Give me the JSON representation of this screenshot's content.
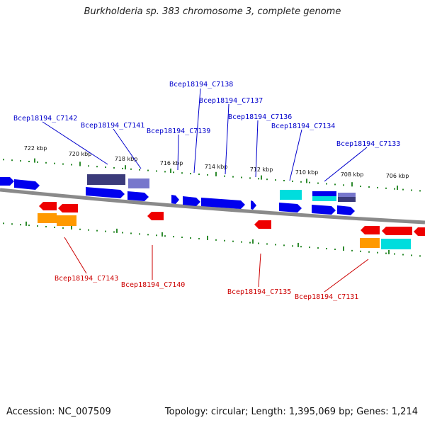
{
  "title": "Burkholderia sp. 383 chromosome 3, complete genome",
  "footer": {
    "accession": "Accession: NC_007509",
    "summary": "Topology: circular; Length: 1,395,069 bp; Genes: 1,214"
  },
  "colors": {
    "backbone": "#8a8a8a",
    "tick": "#2e8b2e",
    "forward_gene": "#0000ee",
    "reverse_gene": "#ee0000",
    "forward_label": "#0000cc",
    "reverse_label": "#cc0000",
    "cyan_feature": "#00dddd",
    "orange_feature": "#ff9900",
    "dark_purple_feature": "#3b3b7a",
    "light_purple_feature": "#7777cc"
  },
  "ticks": [
    "722 kbp",
    "720 kbp",
    "718 kbp",
    "716 kbp",
    "714 kbp",
    "712 kbp",
    "710 kbp",
    "708 kbp",
    "706 kbp"
  ],
  "forward_labels": [
    "Bcep18194_C7142",
    "Bcep18194_C7141",
    "Bcep18194_C7139",
    "Bcep18194_C7138",
    "Bcep18194_C7137",
    "Bcep18194_C7136",
    "Bcep18194_C7134",
    "Bcep18194_C7133"
  ],
  "reverse_labels": [
    "Bcep18194_C7143",
    "Bcep18194_C7140",
    "Bcep18194_C7135",
    "Bcep18194_C7131"
  ]
}
